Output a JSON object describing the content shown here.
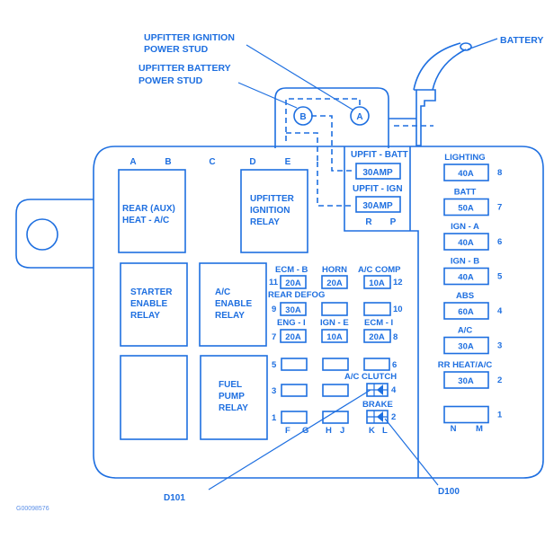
{
  "diagram": {
    "title": "Fuse / Relay Center Layout",
    "accent_color": "#1e6fe0",
    "callouts": {
      "upfitter_ignition": [
        "UPFITTER IGNITION",
        "POWER STUD"
      ],
      "upfitter_battery": [
        "UPFITTER BATTERY",
        "POWER STUD"
      ],
      "battery": "BATTERY",
      "d101": "D101",
      "d100": "D100"
    },
    "studs": {
      "a": "A",
      "b": "B"
    },
    "top_letters": [
      "A",
      "B",
      "C",
      "D",
      "E"
    ],
    "relays": {
      "rear_aux_heat": [
        "REAR (AUX)",
        "HEAT  -  A/C"
      ],
      "upfitter_ignition": [
        "UPFITTER",
        "IGNITION",
        "RELAY"
      ],
      "starter_enable": [
        "STARTER",
        "ENABLE",
        "RELAY"
      ],
      "ac_enable": [
        "A/C",
        "ENABLE",
        "RELAY"
      ],
      "fuel_pump": [
        "FUEL",
        "PUMP",
        "RELAY"
      ]
    },
    "upfit_fuses": [
      {
        "label": "UPFIT - BATT",
        "value": "30AMP"
      },
      {
        "label": "UPFIT - IGN",
        "value": "30AMP"
      }
    ],
    "upfit_letters": [
      "R",
      "P"
    ],
    "mini_fuses": {
      "row1_labels": [
        "ECM - B",
        "HORN",
        "A/C COMP"
      ],
      "row1_values": [
        "20A",
        "20A",
        "10A"
      ],
      "row1_nums": [
        "11",
        "12"
      ],
      "row2_label": "REAR DEFOG",
      "row2_values": [
        "30A",
        "",
        ""
      ],
      "row2_nums": [
        "9",
        "10"
      ],
      "row3_labels": [
        "ENG - I",
        "IGN - E",
        "ECM - I"
      ],
      "row3_values": [
        "20A",
        "10A",
        "20A"
      ],
      "row3_nums": [
        "7",
        "8"
      ],
      "lower_nums_left": [
        "5",
        "3",
        "1"
      ],
      "lower_nums_right": [
        "6",
        "4",
        "2"
      ],
      "ac_clutch": "A/C CLUTCH",
      "brake": "BRAKE",
      "bottom_letters": [
        "F",
        "G",
        "H",
        "J",
        "K",
        "L"
      ]
    },
    "maxi_fuses": [
      {
        "label": "LIGHTING",
        "value": "40A",
        "num": "8"
      },
      {
        "label": "BATT",
        "value": "50A",
        "num": "7"
      },
      {
        "label": "IGN - A",
        "value": "40A",
        "num": "6"
      },
      {
        "label": "IGN - B",
        "value": "40A",
        "num": "5"
      },
      {
        "label": "ABS",
        "value": "60A",
        "num": "4"
      },
      {
        "label": "A/C",
        "value": "30A",
        "num": "3"
      },
      {
        "label": "RR HEAT/A/C",
        "value": "30A",
        "num": "2"
      },
      {
        "label": "",
        "value": "",
        "num": "1"
      }
    ],
    "maxi_letters": [
      "N",
      "M"
    ],
    "figure_id": "G00098576"
  }
}
